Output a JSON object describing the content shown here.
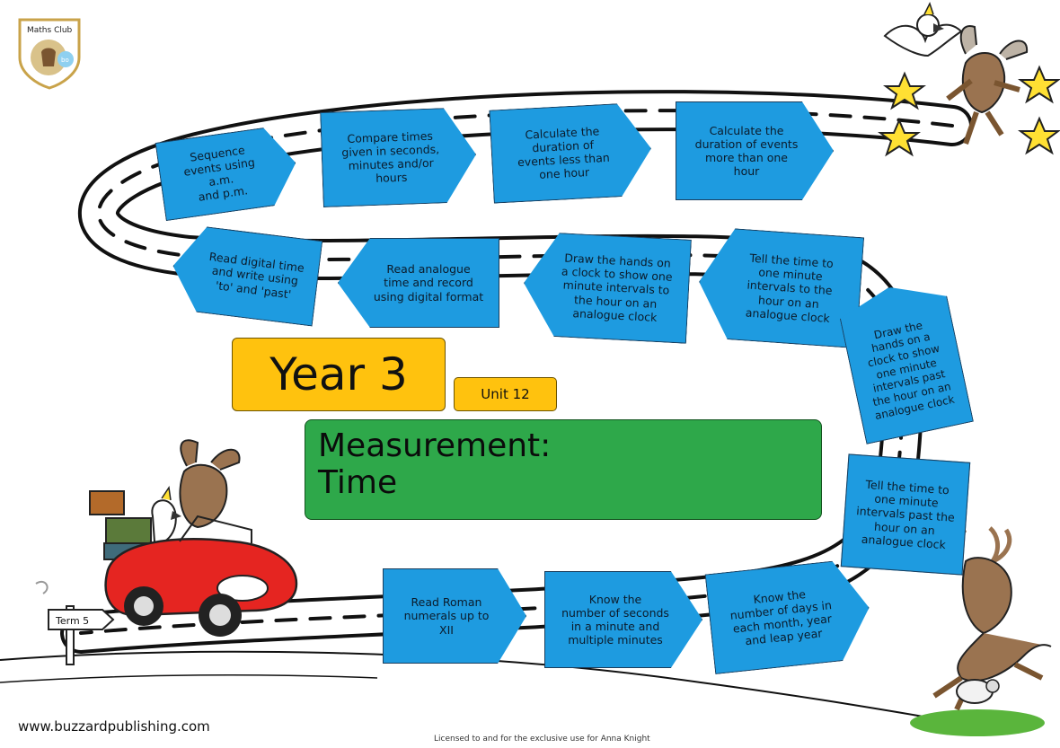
{
  "logo": {
    "text_top": "Maths Club",
    "text_right": "bo"
  },
  "steps": [
    {
      "id": "sequence-am-pm",
      "lines": [
        "Sequence",
        "events using a.m.",
        "and p.m."
      ]
    },
    {
      "id": "compare-times",
      "lines": [
        "Compare times",
        "given in seconds,",
        "minutes and/or",
        "hours"
      ]
    },
    {
      "id": "duration-less-hour",
      "lines": [
        "Calculate the",
        "duration of",
        "events less than",
        "one hour"
      ]
    },
    {
      "id": "duration-more-hour",
      "lines": [
        "Calculate the",
        "duration of events",
        "more than one",
        "hour"
      ]
    },
    {
      "id": "digital-to-past",
      "lines": [
        "Read digital time",
        "and write using",
        "'to' and 'past'"
      ]
    },
    {
      "id": "analogue-digital",
      "lines": [
        "Read analogue",
        "time and record",
        "using digital format"
      ]
    },
    {
      "id": "draw-hands-to",
      "lines": [
        "Draw the hands on",
        "a clock to show one",
        "minute intervals to",
        "the hour on an",
        "analogue clock"
      ]
    },
    {
      "id": "tell-time-to",
      "lines": [
        "Tell the time to",
        "one minute",
        "intervals to the",
        "hour on an",
        "analogue clock"
      ]
    },
    {
      "id": "draw-hands-past",
      "lines": [
        "Draw the",
        "hands on a",
        "clock to show",
        "one minute",
        "intervals past",
        "the hour on an",
        "analogue clock"
      ]
    },
    {
      "id": "tell-time-past",
      "lines": [
        "Tell the time to",
        "one minute",
        "intervals past the",
        "hour on an",
        "analogue clock"
      ]
    },
    {
      "id": "roman-numerals",
      "lines": [
        "Read Roman",
        "numerals up to",
        "XII"
      ]
    },
    {
      "id": "seconds-minutes",
      "lines": [
        "Know the",
        "number of seconds",
        "in a minute and",
        "multiple minutes"
      ]
    },
    {
      "id": "days-month-year",
      "lines": [
        "Know the",
        "number of days in",
        "each month, year",
        "and leap year"
      ]
    }
  ],
  "year_label": "Year 3",
  "unit_label": "Unit 12",
  "topic_lines": [
    "Measurement:",
    "Time"
  ],
  "signpost_label": "Term 5",
  "footer": {
    "website": "www.buzzardpublishing.com",
    "licence": "Licensed to and for the exclusive use for Anna Knight"
  },
  "colors": {
    "step_blue": "#1E9BE0",
    "year_yellow": "#FFC20E",
    "topic_green": "#2EA84A",
    "car_red": "#E52521",
    "road_black": "#111111"
  }
}
